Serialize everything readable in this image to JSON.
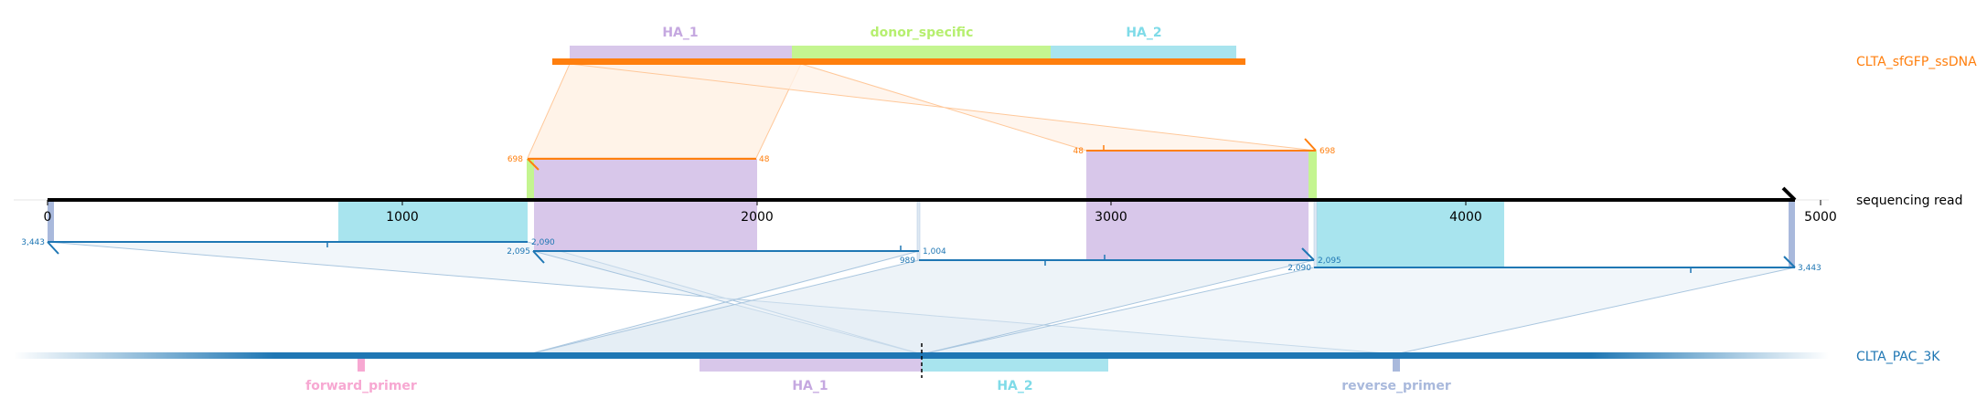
{
  "colors": {
    "ha1": "#d8c7ea",
    "ha1_text": "#c5a8e0",
    "donor": "#c4f590",
    "donor_text": "#b6ef6f",
    "ha2": "#a8e4ee",
    "ha2_text": "#7fdbe8",
    "ssdna": "#ff7f0e",
    "read": "#000000",
    "pac": "#1f77b4",
    "primer_fwd": "#f7a8d2",
    "primer_rev": "#a9b9dc",
    "link_orange": "#fde8d6",
    "link_blue": "#dce8f2"
  },
  "tracks": {
    "ssdna": {
      "name": "CLTA_sfGFP_ssDNA",
      "features": [
        {
          "label": "HA_1",
          "color_key": "ha1"
        },
        {
          "label": "donor_specific",
          "color_key": "donor"
        },
        {
          "label": "HA_2",
          "color_key": "ha2"
        }
      ]
    },
    "read": {
      "name": "sequencing read",
      "axis_ticks": [
        "0",
        "1000",
        "2000",
        "3000",
        "4000",
        "5000"
      ]
    },
    "pac": {
      "name": "CLTA_PAC_3K",
      "features": [
        {
          "label": "forward_primer",
          "color_key": "primer_fwd"
        },
        {
          "label": "HA_1",
          "color_key": "ha1"
        },
        {
          "label": "HA_2",
          "color_key": "ha2"
        },
        {
          "label": "reverse_primer",
          "color_key": "primer_rev"
        }
      ]
    }
  },
  "donor_alignments": [
    {
      "start_label": "698",
      "end_label": "48"
    },
    {
      "start_label": "48",
      "end_label": "698"
    }
  ],
  "reference_alignments": [
    {
      "start_label": "3,443",
      "end_label": "2,090"
    },
    {
      "start_label": "2,095",
      "end_label": "1,004"
    },
    {
      "start_label": "989",
      "end_label": "2,095"
    },
    {
      "start_label": "2,090",
      "end_label": "3,443"
    }
  ]
}
